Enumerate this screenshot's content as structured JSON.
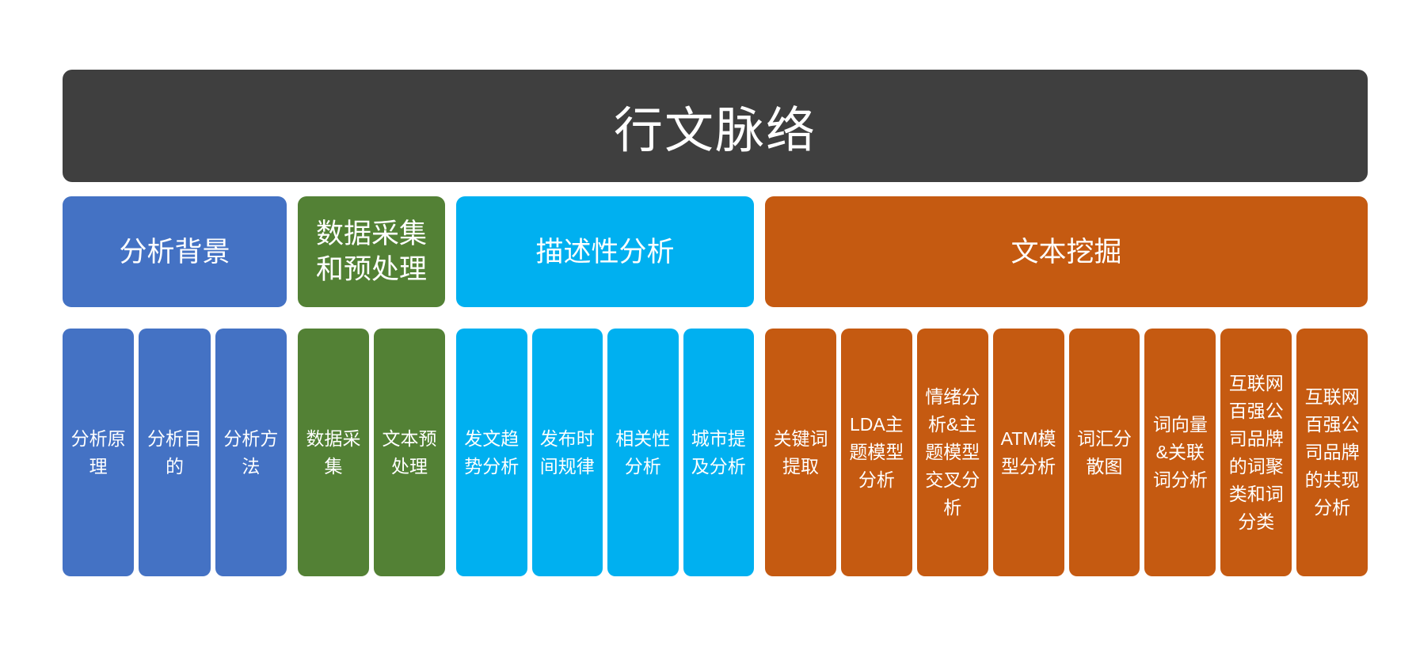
{
  "title": "行文脉络",
  "colors": {
    "background": "#FFFFFF",
    "title_bar": "#3F3F3F",
    "text": "#FFFFFF",
    "group_analysis_background": "#4472C4",
    "group_data_collection": "#538135",
    "group_descriptive_analysis": "#00B0F0",
    "group_text_mining": "#C55A11"
  },
  "groups": [
    {
      "id": "analysis-background",
      "label": "分析背景",
      "color": "#4472C4",
      "items": [
        "分析原理",
        "分析目的",
        "分析方法"
      ]
    },
    {
      "id": "data-collection-preprocessing",
      "label": "数据采集和预处理",
      "color": "#538135",
      "items": [
        "数据采集",
        "文本预处理"
      ]
    },
    {
      "id": "descriptive-analysis",
      "label": "描述性分析",
      "color": "#00B0F0",
      "items": [
        "发文趋势分析",
        "发布时间规律",
        "相关性分析",
        "城市提及分析"
      ]
    },
    {
      "id": "text-mining",
      "label": "文本挖掘",
      "color": "#C55A11",
      "items": [
        "关键词提取",
        "LDA主题模型分析",
        "情绪分析&主题模型交叉分析",
        "ATM模型分析",
        "词汇分散图",
        "词向量&关联词分析",
        "互联网百强公司品牌的词聚类和词分类",
        "互联网百强公司品牌的共现分析"
      ]
    }
  ]
}
